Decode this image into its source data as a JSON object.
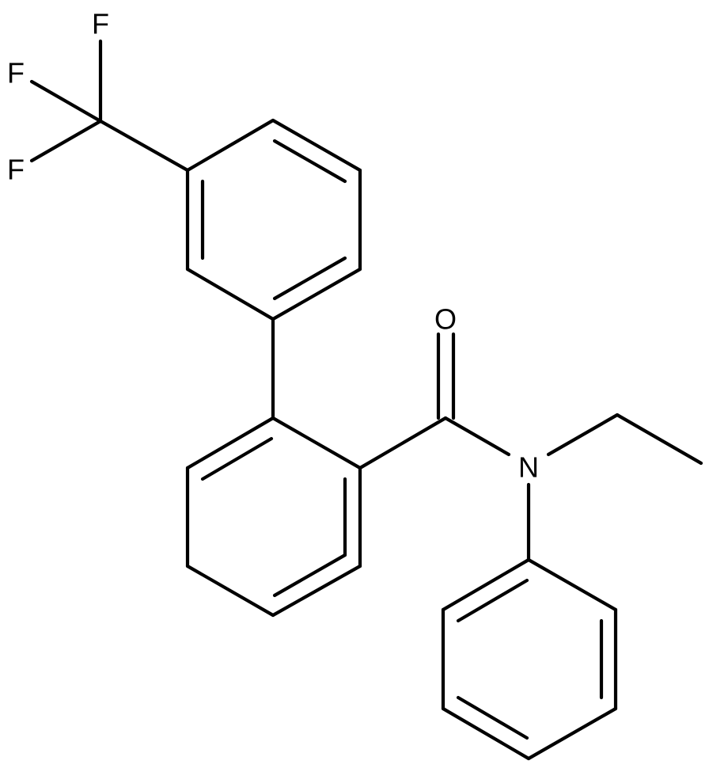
{
  "structure": {
    "atom_labels": {
      "fluorine_top": "F",
      "fluorine_left": "F",
      "fluorine_bottom": "F",
      "oxygen": "O",
      "nitrogen": "N"
    },
    "bond_color": "#000000",
    "background_color": "#ffffff"
  }
}
